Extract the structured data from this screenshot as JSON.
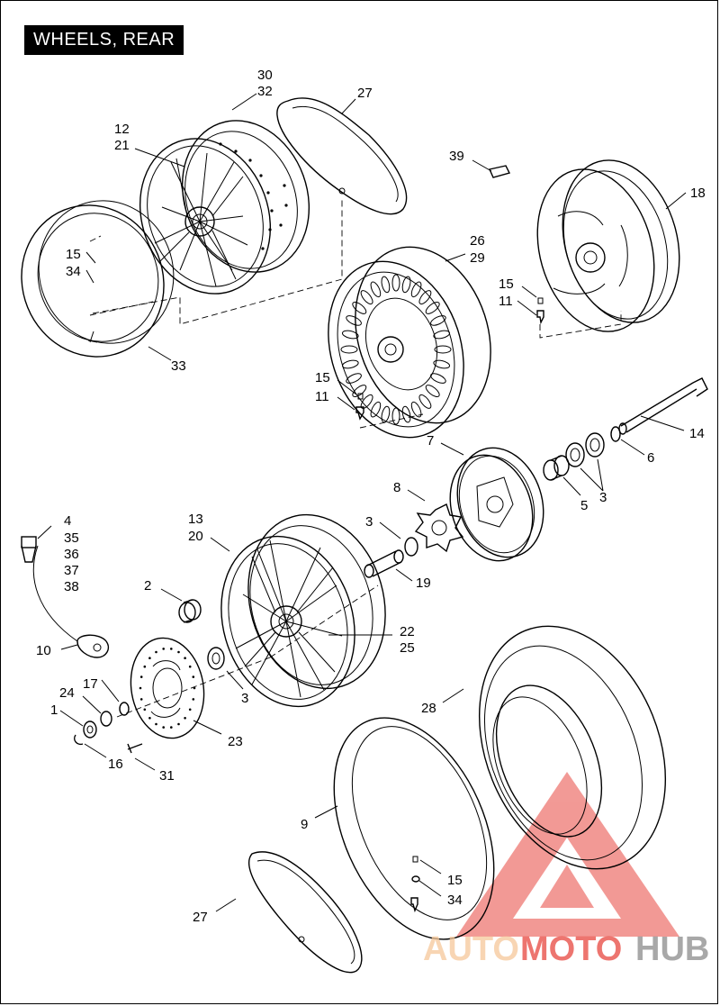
{
  "title": "WHEELS, REAR",
  "callouts": {
    "c30": "30",
    "c32": "32",
    "c27a": "27",
    "c12": "12",
    "c21": "21",
    "c39": "39",
    "c18": "18",
    "c15a": "15",
    "c34a": "34",
    "c26": "26",
    "c29": "29",
    "c15b": "15",
    "c11a": "11",
    "c33": "33",
    "c15c": "15",
    "c11b": "11",
    "c14": "14",
    "c7": "7",
    "c6": "6",
    "c8": "8",
    "c5": "5",
    "c3a": "3",
    "c4": "4",
    "c35": "35",
    "c36": "36",
    "c37": "37",
    "c38": "38",
    "c13": "13",
    "c20": "20",
    "c3b": "3",
    "c19": "19",
    "c2": "2",
    "c22": "22",
    "c25": "25",
    "c10": "10",
    "c3c": "3",
    "c17": "17",
    "c24": "24",
    "c23": "23",
    "c1": "1",
    "c16": "16",
    "c31": "31",
    "c28": "28",
    "c9": "9",
    "c15d": "15",
    "c34b": "34",
    "c27b": "27"
  },
  "watermark": {
    "part1": "AUTO",
    "part2": "MOTO",
    "part3": "HUB",
    "color_light": "#f6c89a",
    "color_red": "#e8473f",
    "color_gray": "#8c8c8c"
  }
}
